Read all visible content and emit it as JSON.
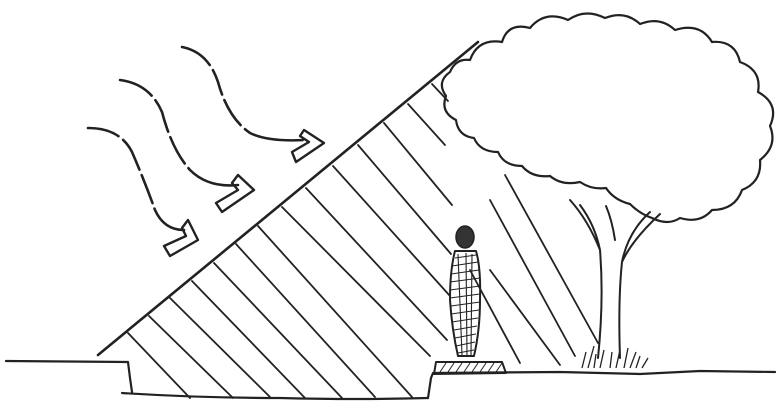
{
  "drawing": {
    "ink_color": "#222222",
    "background_color": "#ffffff",
    "elements": [
      "wind-arrows",
      "sloped-windbreak-berm",
      "human-figure",
      "tree"
    ]
  }
}
